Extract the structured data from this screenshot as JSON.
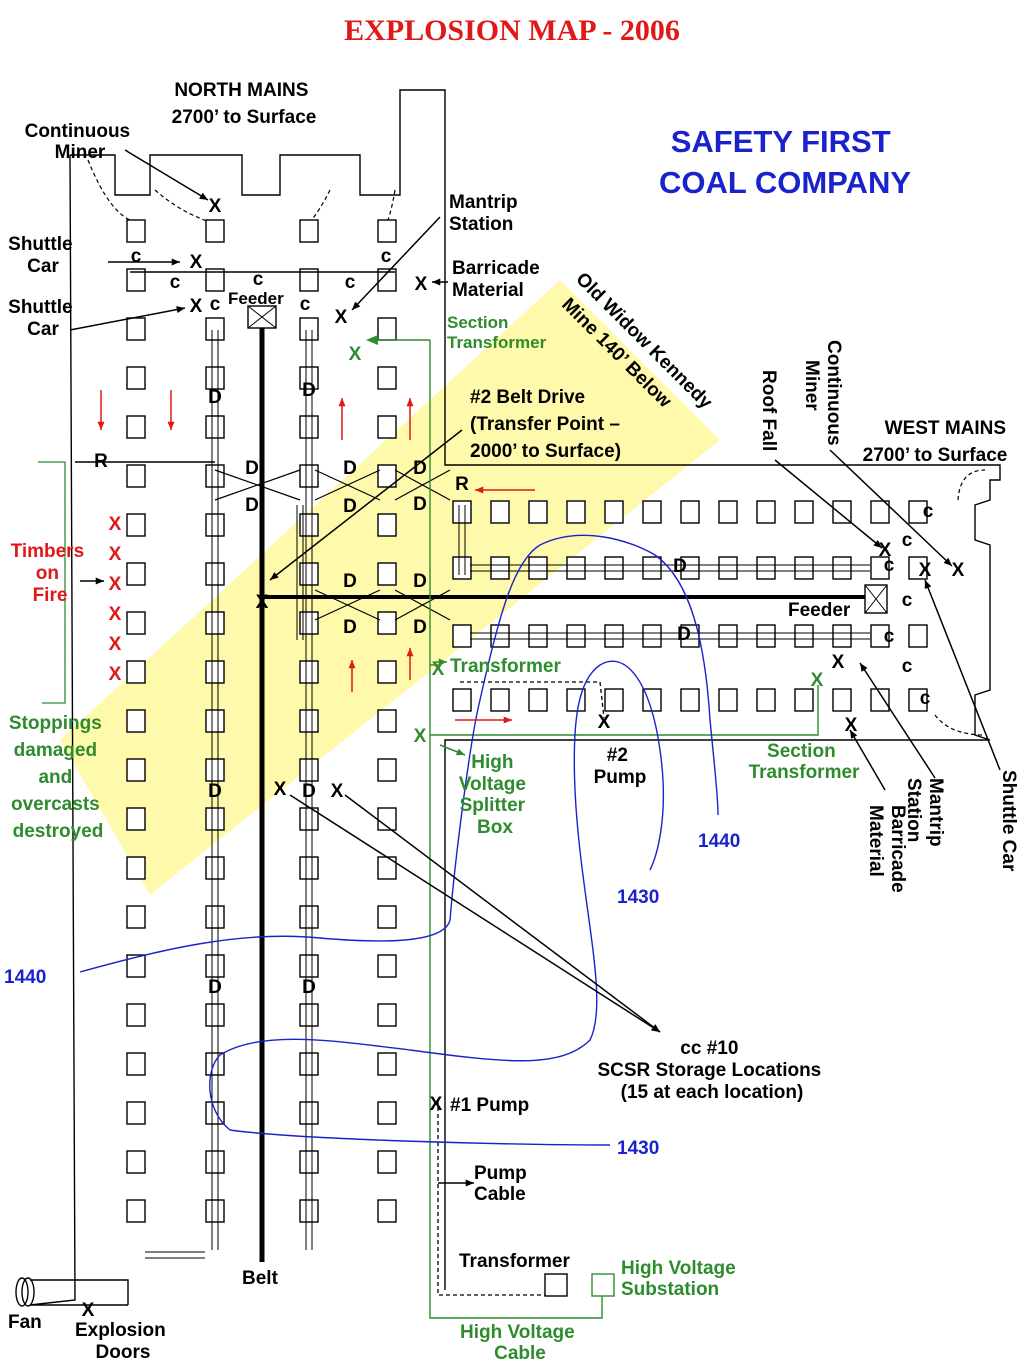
{
  "title": "EXPLOSION MAP - 2006",
  "company": [
    "SAFETY FIRST",
    "COAL COMPANY"
  ],
  "colors": {
    "title": "#e01818",
    "company": "#1a22cc",
    "green_labels": "#2e8b2e",
    "contour": "#1a22cc",
    "highlight": "#fff9a8",
    "fire": "#e01818"
  },
  "sections": {
    "north_mains": [
      "NORTH MAINS",
      "2700’ to Surface"
    ],
    "west_mains": [
      "WEST MAINS",
      "2700’ to Surface"
    ]
  },
  "old_works": [
    "Old Widow Kennedy",
    "Mine 140’ Below"
  ],
  "labels": {
    "continuous_miner_nw": [
      "Continuous",
      "Miner"
    ],
    "shuttle_car_1": [
      "Shuttle",
      "Car"
    ],
    "shuttle_car_2": [
      "Shuttle",
      "Car"
    ],
    "mantrip_station_n": [
      "Mantrip",
      "Station"
    ],
    "barricade_material_n": [
      "Barricade",
      "Material"
    ],
    "section_transformer_n": [
      "Section",
      "Transformer"
    ],
    "feeder_n": "Feeder",
    "belt_drive": [
      "#2 Belt Drive",
      "(Transfer Point –",
      "2000’ to Surface)"
    ],
    "roof_fall": "Roof Fall",
    "continuous_miner_w": [
      "Continuous",
      "Miner"
    ],
    "feeder_w": "Feeder",
    "timbers_on_fire": [
      "Timbers",
      "on",
      "Fire"
    ],
    "stoppings": [
      "Stoppings",
      "damaged",
      "and",
      "overcasts",
      "destroyed"
    ],
    "transformer_mid": "Transformer",
    "hv_splitter": [
      "High",
      "Voltage",
      "Splitter",
      "Box"
    ],
    "pump2": [
      "#2",
      "Pump"
    ],
    "section_transformer_w": [
      "Section",
      "Transformer"
    ],
    "mantrip_station_w": [
      "Mantrip",
      "Station"
    ],
    "barricade_material_w": [
      "Barricade",
      "Material"
    ],
    "shuttle_car_w": "Shuttle Car",
    "scsr": [
      "cc #10",
      "SCSR Storage Locations",
      "(15 at each location)"
    ],
    "pump1": "#1 Pump",
    "pump_cable": [
      "Pump",
      "Cable"
    ],
    "transformer_bottom": "Transformer",
    "hv_substation": [
      "High Voltage",
      "Substation"
    ],
    "hv_cable": [
      "High Voltage",
      "Cable"
    ],
    "belt": "Belt",
    "fan": "Fan",
    "explosion_doors": [
      "Explosion",
      "Doors"
    ]
  },
  "contours": {
    "c1440_left": "1440",
    "c1440_right": "1440",
    "c1430_right": "1430",
    "c1430_bottom": "1430"
  },
  "markers": {
    "x": "X",
    "crosscut": "c",
    "door": "D",
    "regulator": "R"
  }
}
